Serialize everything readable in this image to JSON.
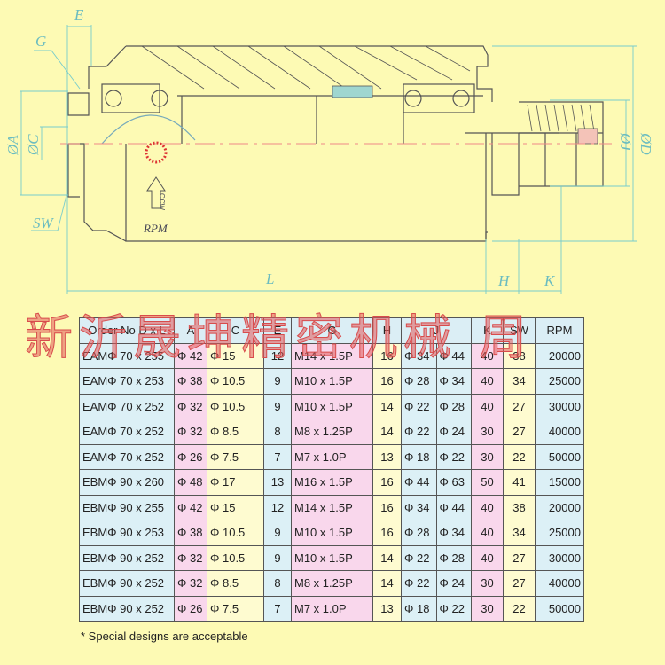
{
  "drawing": {
    "labels": {
      "E": "E",
      "G": "G",
      "A": "ØA",
      "C": "ØC",
      "SW": "SW",
      "L": "L",
      "H": "H",
      "K": "K",
      "J": "ØJ",
      "D": "ØD",
      "rpm": "RPM",
      "ccw": "CCW"
    }
  },
  "table": {
    "headers": [
      "Order No D x L",
      "A",
      "C",
      "E",
      "G",
      "H",
      "J",
      "K",
      "SW",
      "RPM"
    ],
    "rows": [
      [
        "EAMΦ 70 x 255",
        "Φ 42",
        "Φ 15",
        "12",
        "M14 x 1.5P",
        "16",
        "Φ 34",
        "Φ 44",
        "40",
        "38",
        "20000"
      ],
      [
        "EAMΦ 70 x 253",
        "Φ 38",
        "Φ 10.5",
        "9",
        "M10 x 1.5P",
        "16",
        "Φ 28",
        "Φ 34",
        "40",
        "34",
        "25000"
      ],
      [
        "EAMΦ 70 x 252",
        "Φ 32",
        "Φ 10.5",
        "9",
        "M10 x 1.5P",
        "14",
        "Φ 22",
        "Φ 28",
        "40",
        "27",
        "30000"
      ],
      [
        "EAMΦ 70 x 252",
        "Φ 32",
        "Φ 8.5",
        "8",
        "M8 x 1.25P",
        "14",
        "Φ 22",
        "Φ 24",
        "30",
        "27",
        "40000"
      ],
      [
        "EAMΦ 70 x 252",
        "Φ 26",
        "Φ 7.5",
        "7",
        "M7 x 1.0P",
        "13",
        "Φ 18",
        "Φ 22",
        "30",
        "22",
        "50000"
      ],
      [
        "EBMΦ 90 x 260",
        "Φ 48",
        "Φ 17",
        "13",
        "M16 x 1.5P",
        "16",
        "Φ 44",
        "Φ 63",
        "50",
        "41",
        "15000"
      ],
      [
        "EBMΦ 90 x 255",
        "Φ 42",
        "Φ 15",
        "12",
        "M14 x 1.5P",
        "16",
        "Φ 34",
        "Φ 44",
        "40",
        "38",
        "20000"
      ],
      [
        "EBMΦ 90 x 253",
        "Φ 38",
        "Φ 10.5",
        "9",
        "M10 x 1.5P",
        "16",
        "Φ 28",
        "Φ 34",
        "40",
        "34",
        "25000"
      ],
      [
        "EBMΦ 90 x 252",
        "Φ 32",
        "Φ 10.5",
        "9",
        "M10 x 1.5P",
        "14",
        "Φ 22",
        "Φ 28",
        "40",
        "27",
        "30000"
      ],
      [
        "EBMΦ 90 x 252",
        "Φ 32",
        "Φ 8.5",
        "8",
        "M8 x 1.25P",
        "14",
        "Φ 22",
        "Φ 24",
        "30",
        "27",
        "40000"
      ],
      [
        "EBMΦ 90 x 252",
        "Φ 26",
        "Φ 7.5",
        "7",
        "M7 x 1.0P",
        "13",
        "Φ 18",
        "Φ 22",
        "30",
        "22",
        "50000"
      ]
    ]
  },
  "note": "* Special designs are acceptable",
  "watermark": "新沂晟坤精密机械 周"
}
